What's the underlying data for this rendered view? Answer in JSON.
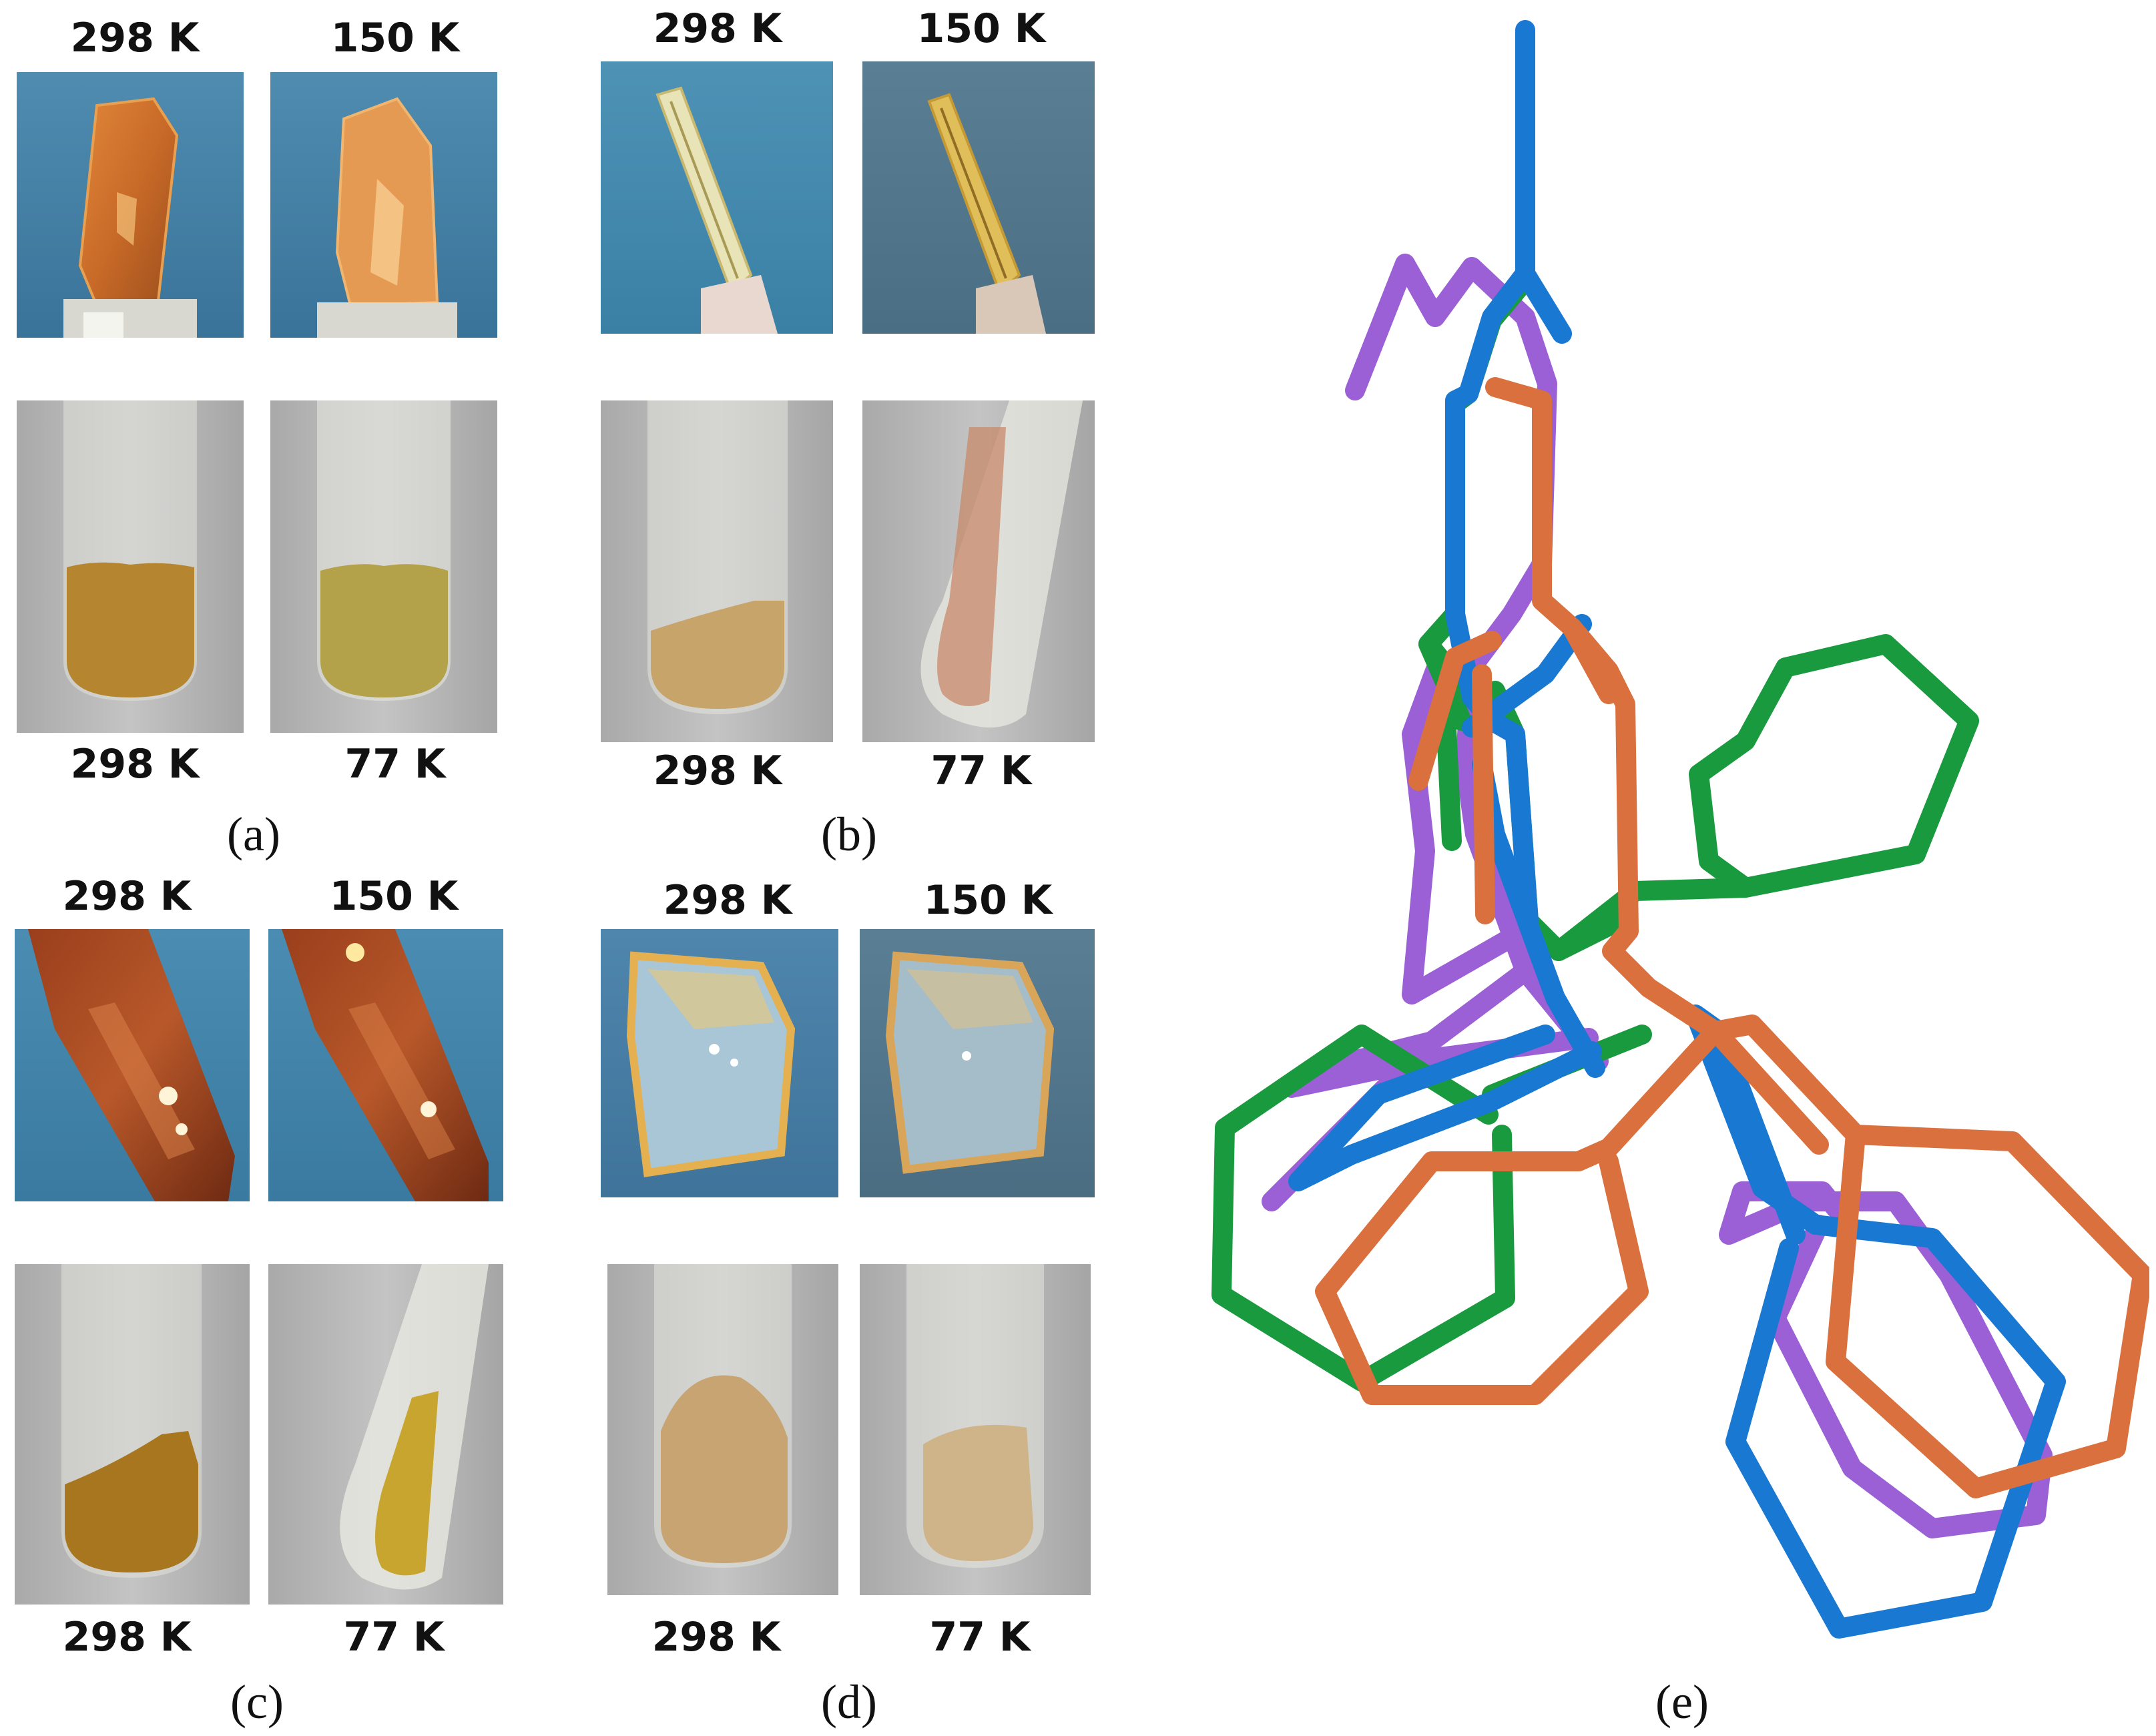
{
  "colors": {
    "crystal_background": "#3f7fa6",
    "tube_background": "#b5b5b5",
    "molecule_green": "#1a9a3e",
    "molecule_orange": "#d9703d",
    "molecule_blue": "#1978d2",
    "molecule_purple": "#9b5fd6"
  },
  "panels": [
    {
      "caption": "(a)",
      "crystal_temps": [
        "298 K",
        "150 K"
      ],
      "powder_temps": [
        "298 K",
        "77 K"
      ]
    },
    {
      "caption": "(b)",
      "crystal_temps": [
        "298 K",
        "150 K"
      ],
      "powder_temps": [
        "298 K",
        "77 K"
      ]
    },
    {
      "caption": "(c)",
      "crystal_temps": [
        "298 K",
        "150 K"
      ],
      "powder_temps": [
        "298 K",
        "77 K"
      ]
    },
    {
      "caption": "(d)",
      "crystal_temps": [
        "298 K",
        "150 K"
      ],
      "powder_temps": [
        "298 K",
        "77 K"
      ]
    }
  ],
  "overlay": {
    "caption": "(e)",
    "series_colors": [
      "molecule_green",
      "molecule_orange",
      "molecule_blue",
      "molecule_purple"
    ]
  }
}
